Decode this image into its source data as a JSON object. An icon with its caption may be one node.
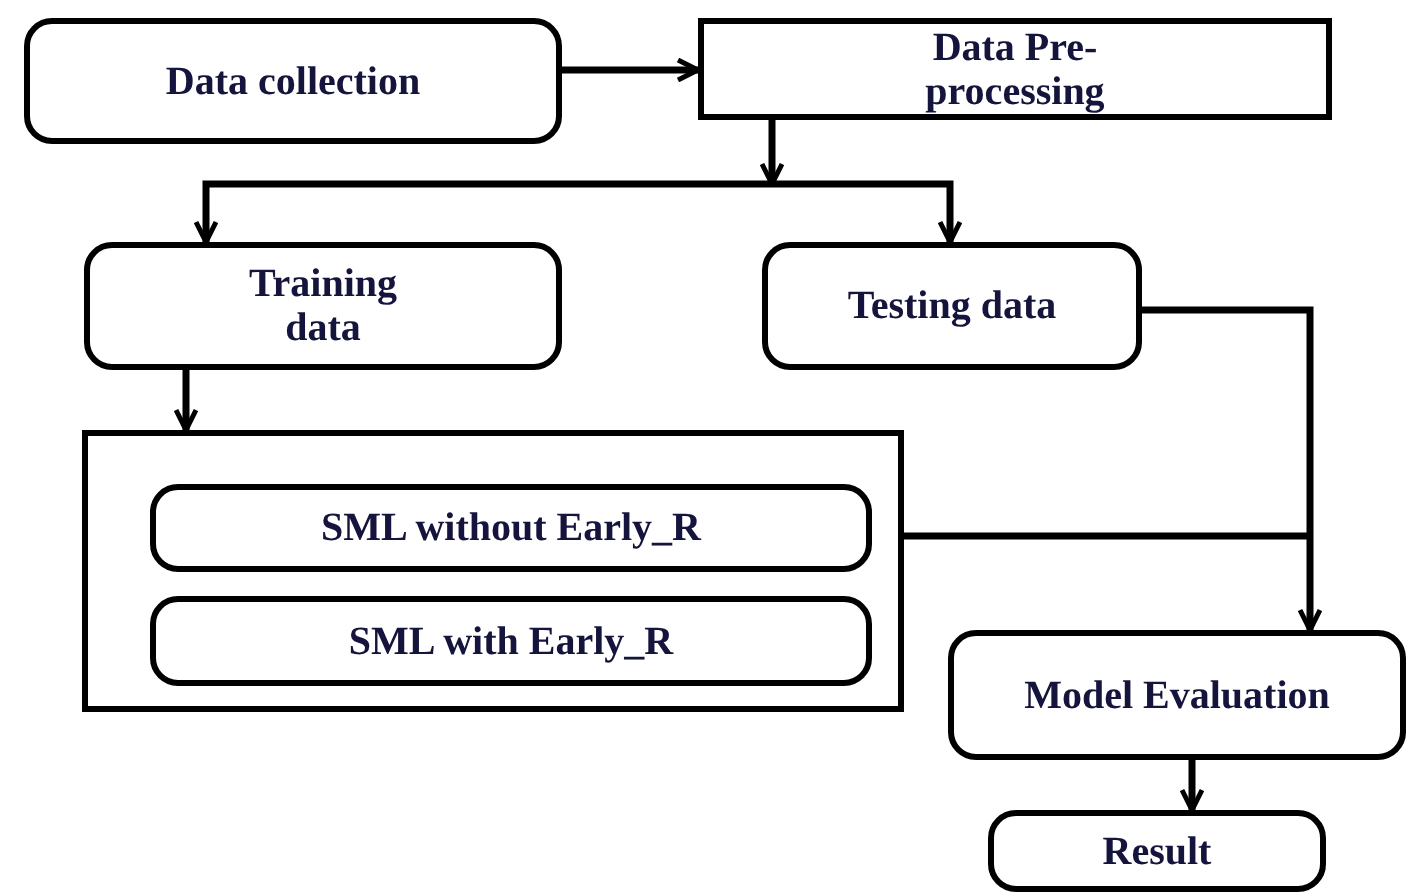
{
  "diagram": {
    "nodes": [
      {
        "text": [
          "Data collection"
        ]
      },
      {
        "text": [
          "Data Pre-processing"
        ]
      },
      {
        "text": [
          "Training data"
        ]
      },
      {
        "text": [
          "Testing data"
        ]
      },
      {
        "text": [],
        "shape": "box"
      },
      {
        "text": [
          "SML without Early_R"
        ],
        "in": 4
      },
      {
        "text": [
          "SML with Early_R"
        ],
        "in": 4
      },
      {
        "text": [
          "Model Evaluation"
        ]
      },
      {
        "text": [
          "Result"
        ]
      }
    ],
    "edges": [
      {
        "from": 0,
        "to": 1,
        "arrow": "to"
      },
      {
        "from": 1,
        "to": 2,
        "arrow": "to"
      },
      {
        "from": 1,
        "to": 3,
        "arrow": "to"
      },
      {
        "from": 2,
        "to": 4,
        "arrow": "to"
      },
      {
        "from": 4,
        "to": 7,
        "arrow": "to"
      },
      {
        "from": 3,
        "to": 7,
        "arrow": "to"
      },
      {
        "from": 7,
        "to": 8,
        "arrow": "to"
      }
    ]
  }
}
